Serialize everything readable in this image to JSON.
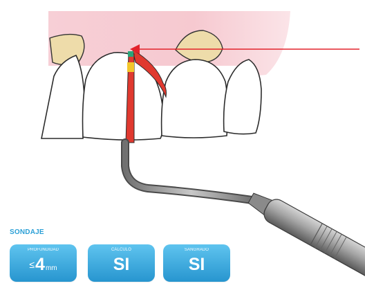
{
  "panel": {
    "title": "SONDAJE",
    "badges": [
      {
        "label": "PROFUNDIDAD",
        "prefix": "≤",
        "value": "4",
        "unit": "mm"
      },
      {
        "label": "CÁLCULO",
        "value": "SI"
      },
      {
        "label": "SANGRADO",
        "value": "SI"
      }
    ]
  },
  "colors": {
    "gingiva": "#f6c9d0",
    "calculus": "#eedcaa",
    "probe_tip": "#e0392f",
    "indicator_line": "#e3222b",
    "badge": "#2f9bd5",
    "title": "#2a9fd6"
  }
}
